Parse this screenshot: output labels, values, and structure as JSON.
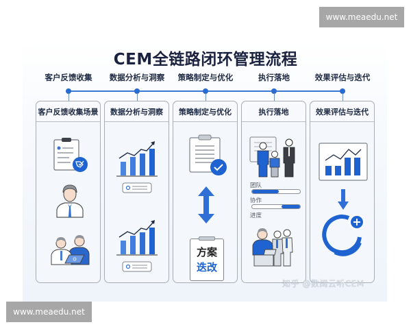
{
  "title": "CEM全链路闭环管理流程",
  "colors": {
    "accent": "#1f63d0",
    "title": "#1a2240",
    "card_border": "#a8adb5",
    "panel_bg": "#eef4fa"
  },
  "timeline": {
    "steps": [
      {
        "label": "客户反馈收集"
      },
      {
        "label": "数据分析与洞察"
      },
      {
        "label": "策略制定与优化"
      },
      {
        "label": "执行落地"
      },
      {
        "label": "效果评估与迭代"
      }
    ]
  },
  "cards": [
    {
      "title": "客户反馈收集场景",
      "icons": [
        "clipboard-feedback-icon",
        "businessman-icon",
        "team-laptop-icon"
      ]
    },
    {
      "title": "数据分析与洞察",
      "icons": [
        "bar-chart-trend-icon",
        "data-legend-icon",
        "bar-chart-trend-icon",
        "data-legend-icon"
      ]
    },
    {
      "title": "策略制定与优化",
      "icons": [
        "clipboard-check-icon",
        "double-arrow-icon",
        "plan-note-icon"
      ],
      "plan_note": {
        "line1": "方案",
        "line2": "迭改"
      }
    },
    {
      "title": "执行落地",
      "icons": [
        "team-presentation-icon",
        "team-working-icon"
      ],
      "progress": [
        {
          "label": "团队",
          "start": 0,
          "end": 55
        },
        {
          "label": "协作",
          "start": 62,
          "end": 100
        },
        {
          "label": "进度"
        }
      ]
    },
    {
      "title": "效果评估与迭代",
      "icons": [
        "evaluation-chart-icon",
        "down-arrow-icon",
        "cycle-plus-icon"
      ]
    }
  ],
  "source_mark": "知乎 @数阔云听CEM",
  "watermarks": {
    "top_right": "www.meaedu.net",
    "bottom_left": "www.meaedu.net"
  }
}
